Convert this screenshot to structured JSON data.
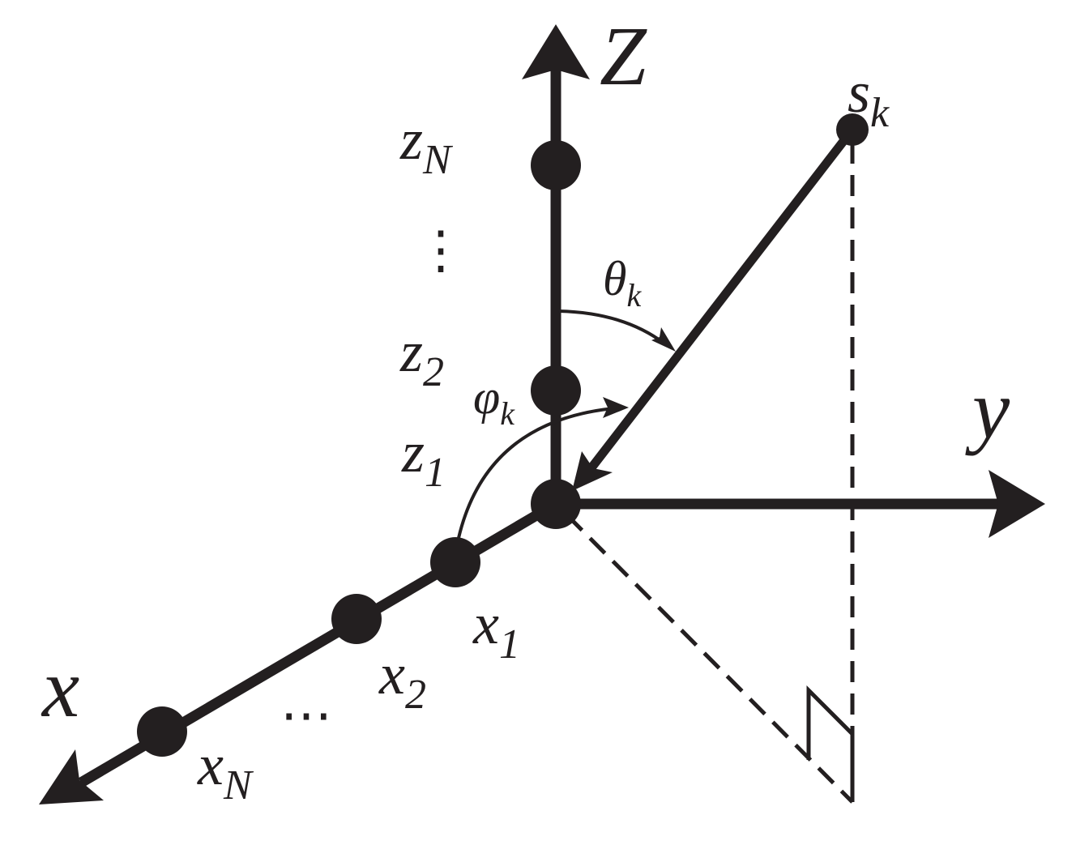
{
  "axes": {
    "z_label": "Z",
    "y_label": "y",
    "x_label": "x"
  },
  "source": {
    "base": "s",
    "sub": "k"
  },
  "angles": {
    "theta": {
      "base": "θ",
      "sub": "k"
    },
    "phi": {
      "base": "φ",
      "sub": "k"
    }
  },
  "z_elements": [
    {
      "base": "z",
      "sub": "N"
    },
    {
      "base": "z",
      "sub": "2"
    },
    {
      "base": "z",
      "sub": "1"
    }
  ],
  "x_elements": [
    {
      "base": "x",
      "sub": "1"
    },
    {
      "base": "x",
      "sub": "2"
    },
    {
      "base": "x",
      "sub": "N"
    }
  ],
  "ellipsis_vertical": "⋮",
  "ellipsis_horizontal": "⋯",
  "colors": {
    "ink": "#231f20",
    "background": "#ffffff"
  }
}
